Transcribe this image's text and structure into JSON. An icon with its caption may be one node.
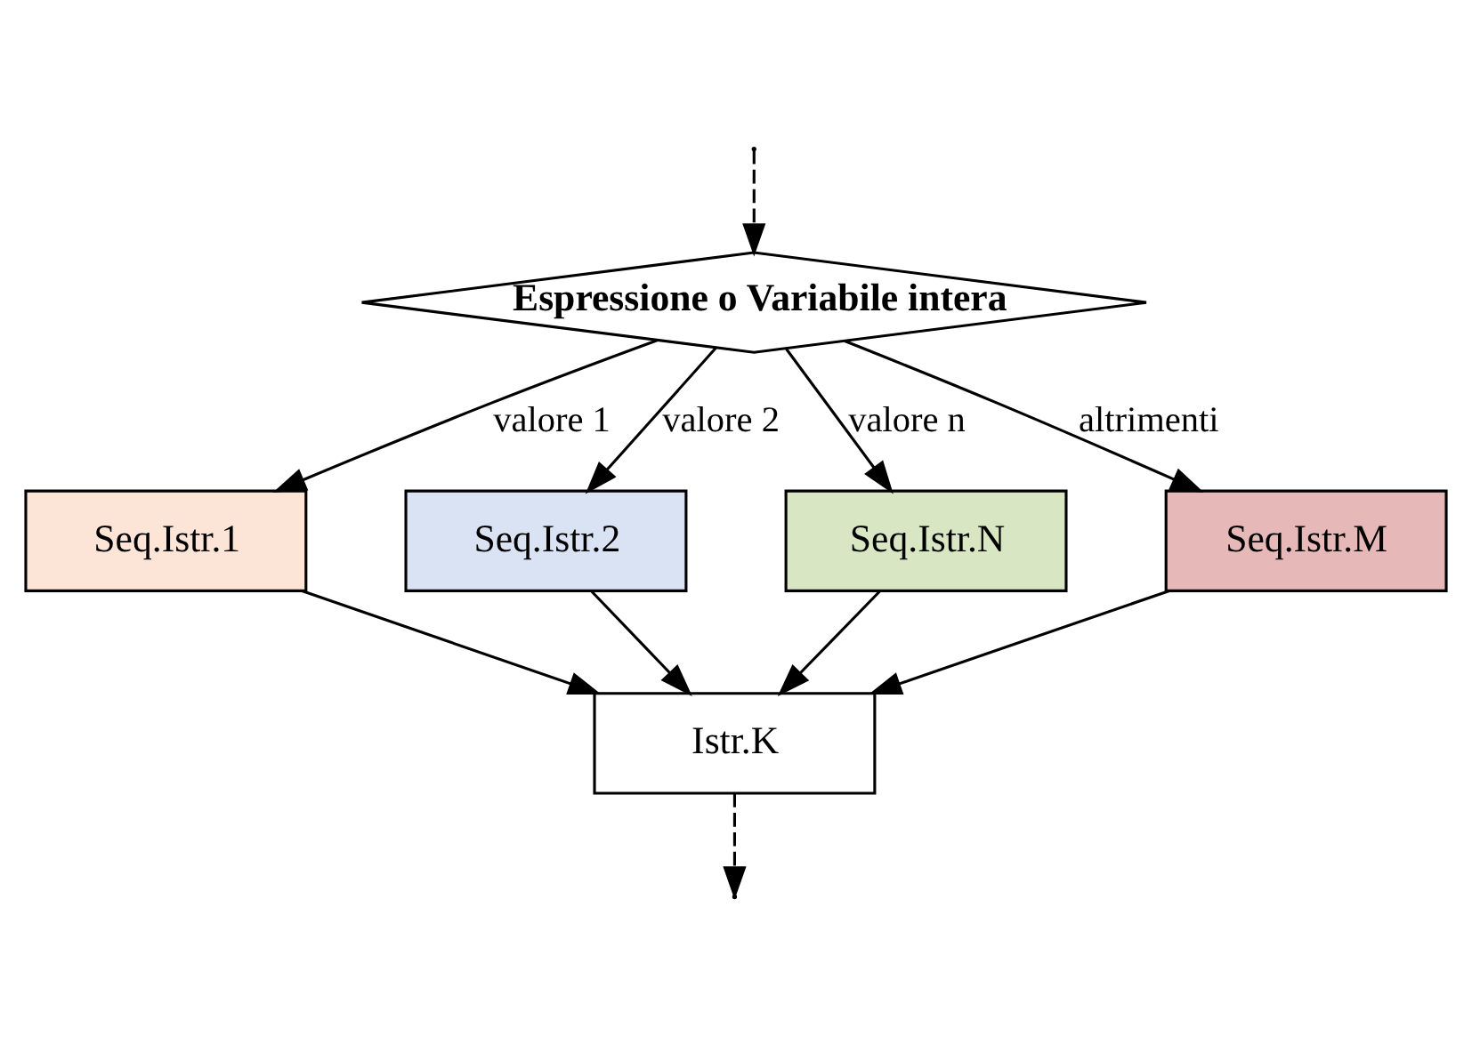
{
  "diagram": {
    "nodes": [
      {
        "text": [
          "Espressione o Variabile intera"
        ]
      },
      {
        "text": [
          "Seq.Istr.1"
        ]
      },
      {
        "text": [
          "Seq.Istr.2"
        ]
      },
      {
        "text": [
          "Seq.Istr.N"
        ]
      },
      {
        "text": [
          "Seq.Istr.M"
        ]
      },
      {
        "text": [
          "Istr.K"
        ]
      }
    ],
    "edges": [
      {
        "from": null,
        "to": 0,
        "arrow": "to",
        "style": "dashed"
      },
      {
        "from": 0,
        "to": 1,
        "arrow": "to",
        "label": "valore 1"
      },
      {
        "from": 0,
        "to": 2,
        "arrow": "to",
        "label": "valore 2"
      },
      {
        "from": 0,
        "to": 3,
        "arrow": "to",
        "label": "valore n"
      },
      {
        "from": 0,
        "to": 4,
        "arrow": "to",
        "label": "altrimenti"
      },
      {
        "from": 1,
        "to": 5,
        "arrow": "to"
      },
      {
        "from": 2,
        "to": 5,
        "arrow": "to"
      },
      {
        "from": 3,
        "to": 5,
        "arrow": "to"
      },
      {
        "from": 4,
        "to": 5,
        "arrow": "to"
      },
      {
        "from": 5,
        "to": null,
        "arrow": "to",
        "style": "dashed"
      }
    ]
  }
}
